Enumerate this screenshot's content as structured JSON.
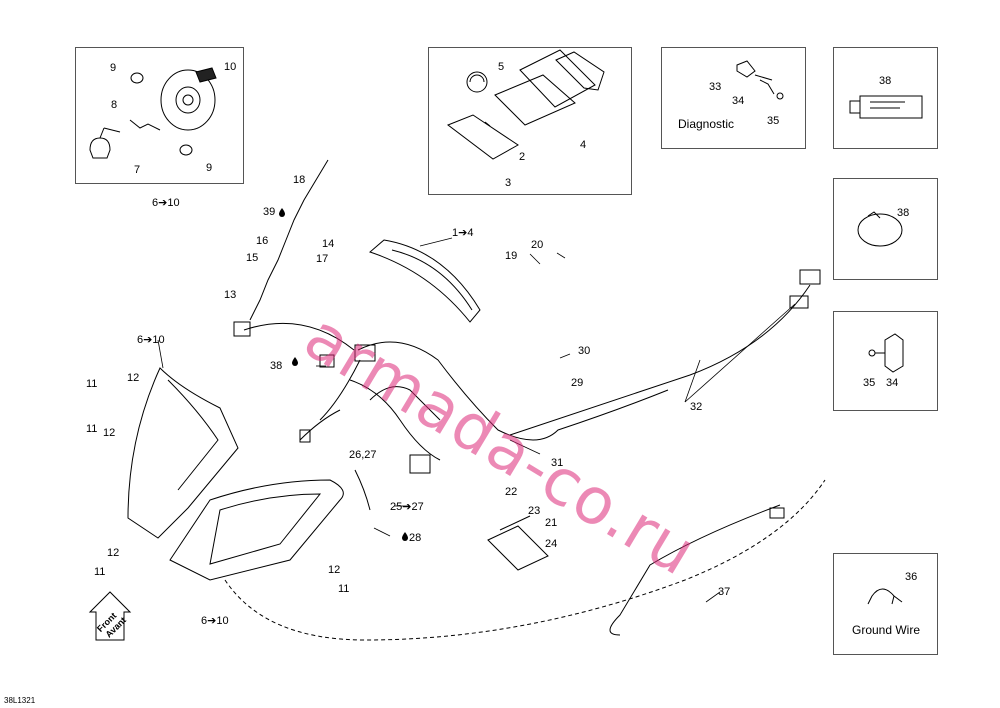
{
  "watermark": "armada-co.ru",
  "figure_ref": "38L1321",
  "front_arrow": {
    "line1": "Front",
    "line2": "Avant"
  },
  "boxes": {
    "headlamp": {
      "caption": "6➔10"
    },
    "cluster": {
      "caption": "3"
    },
    "diagnostic": {
      "caption": "Diagnostic"
    },
    "ground": {
      "caption": "Ground Wire"
    }
  },
  "labels": {
    "l9a": "9",
    "l10": "10",
    "l8": "8",
    "l7": "7",
    "l9b": "9",
    "l5": "5",
    "l2": "2",
    "l4": "4",
    "l33": "33",
    "l34a": "34",
    "l35a": "35",
    "l38a": "38",
    "l38b": "38",
    "l35b": "35",
    "l34b": "34",
    "l36": "36",
    "l18": "18",
    "l39": "39",
    "l14": "14",
    "l16": "16",
    "l15": "15",
    "l17": "17",
    "l13": "13",
    "l1_4": "1➔4",
    "l19": "19",
    "l20": "20",
    "l30": "30",
    "l29": "29",
    "l6_10a": "6➔10",
    "l38c": "38",
    "l11a": "11",
    "l12a": "12",
    "l11b": "11",
    "l12b": "12",
    "l12c": "12",
    "l11c": "11",
    "l12d": "12",
    "l11d": "11",
    "l6_10b": "6➔10",
    "l26_27": "26,27",
    "l25_27": "25➔27",
    "l28": "28",
    "l22": "22",
    "l23": "23",
    "l21": "21",
    "l24": "24",
    "l31": "31",
    "l32": "32",
    "l37": "37"
  }
}
